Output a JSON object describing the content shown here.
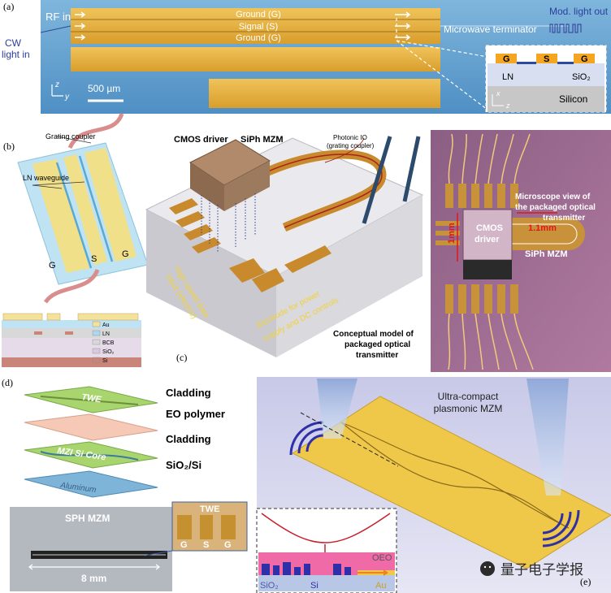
{
  "panel_a": {
    "tag": "(a)",
    "rf_in": "RF in",
    "ground_top": "Ground (G)",
    "signal": "Signal (S)",
    "ground_bottom": "Ground (G)",
    "microwave_terminator": "Microwave terminator",
    "mod_light_out": "Mod. light out",
    "cw_line1": "CW",
    "cw_line2": "light in",
    "scale": "500 µm",
    "axis_z": "z",
    "axis_y": "y",
    "inset": {
      "g1": "G",
      "s": "S",
      "g2": "G",
      "ln": "LN",
      "sio2": "SiO₂",
      "silicon": "Silicon",
      "axis_x": "x",
      "axis_z": "z"
    }
  },
  "panel_b": {
    "tag": "(b)",
    "grating_coupler": "Grating coupler",
    "ln_waveguide": "LN waveguide",
    "g_left": "G",
    "s": "S",
    "g_right": "G",
    "legend": [
      "Au",
      "LN",
      "BCB",
      "SiO₂",
      "Si"
    ],
    "legend_colors": [
      "#f5e29a",
      "#a9d8ef",
      "#d8d8d8",
      "#d9c9de",
      "#c9857a"
    ]
  },
  "panel_c": {
    "tag": "(c)",
    "cmos_driver": "CMOS driver",
    "siph_mzm": "SiPh MZM",
    "photonic_io_1": "Photonic IO",
    "photonic_io_2": "(grating coupler)",
    "highspeed_1": "High speed data",
    "highspeed_2": "input (electric)",
    "electrode_1": "Electrode for power",
    "electrode_2": "supply and DC controls",
    "concept_1": "Conceptual model of",
    "concept_2": "packaged optical",
    "concept_3": "transmitter",
    "micro_1": "Microscope view of",
    "micro_2": "the packaged optical",
    "micro_3": "transmitter",
    "dim_horizontal": "1.1mm",
    "dim_vertical": "1mm",
    "cmos_photo_1": "CMOS",
    "cmos_photo_2": "driver",
    "siph_photo": "SiPh MZM"
  },
  "panel_d": {
    "tag": "(d)",
    "layers": [
      "Cladding",
      "EO polymer",
      "Cladding",
      "SiO₂/Si"
    ],
    "twe_plate": "TWE",
    "mzi_plate": "MZI Si Core",
    "alu_plate": "Aluminum",
    "sph_mzm": "SPH MZM",
    "length": "8 mm",
    "inset_title": "TWE",
    "inset_g1": "G",
    "inset_s": "S",
    "inset_g2": "G"
  },
  "panel_e": {
    "tag": "(e)",
    "title_1": "Ultra-compact",
    "title_2": "plasmonic MZM",
    "oeo": "OEO",
    "sio2": "SiO₂",
    "si": "Si",
    "au": "Au"
  },
  "watermark": "量子电子学报"
}
